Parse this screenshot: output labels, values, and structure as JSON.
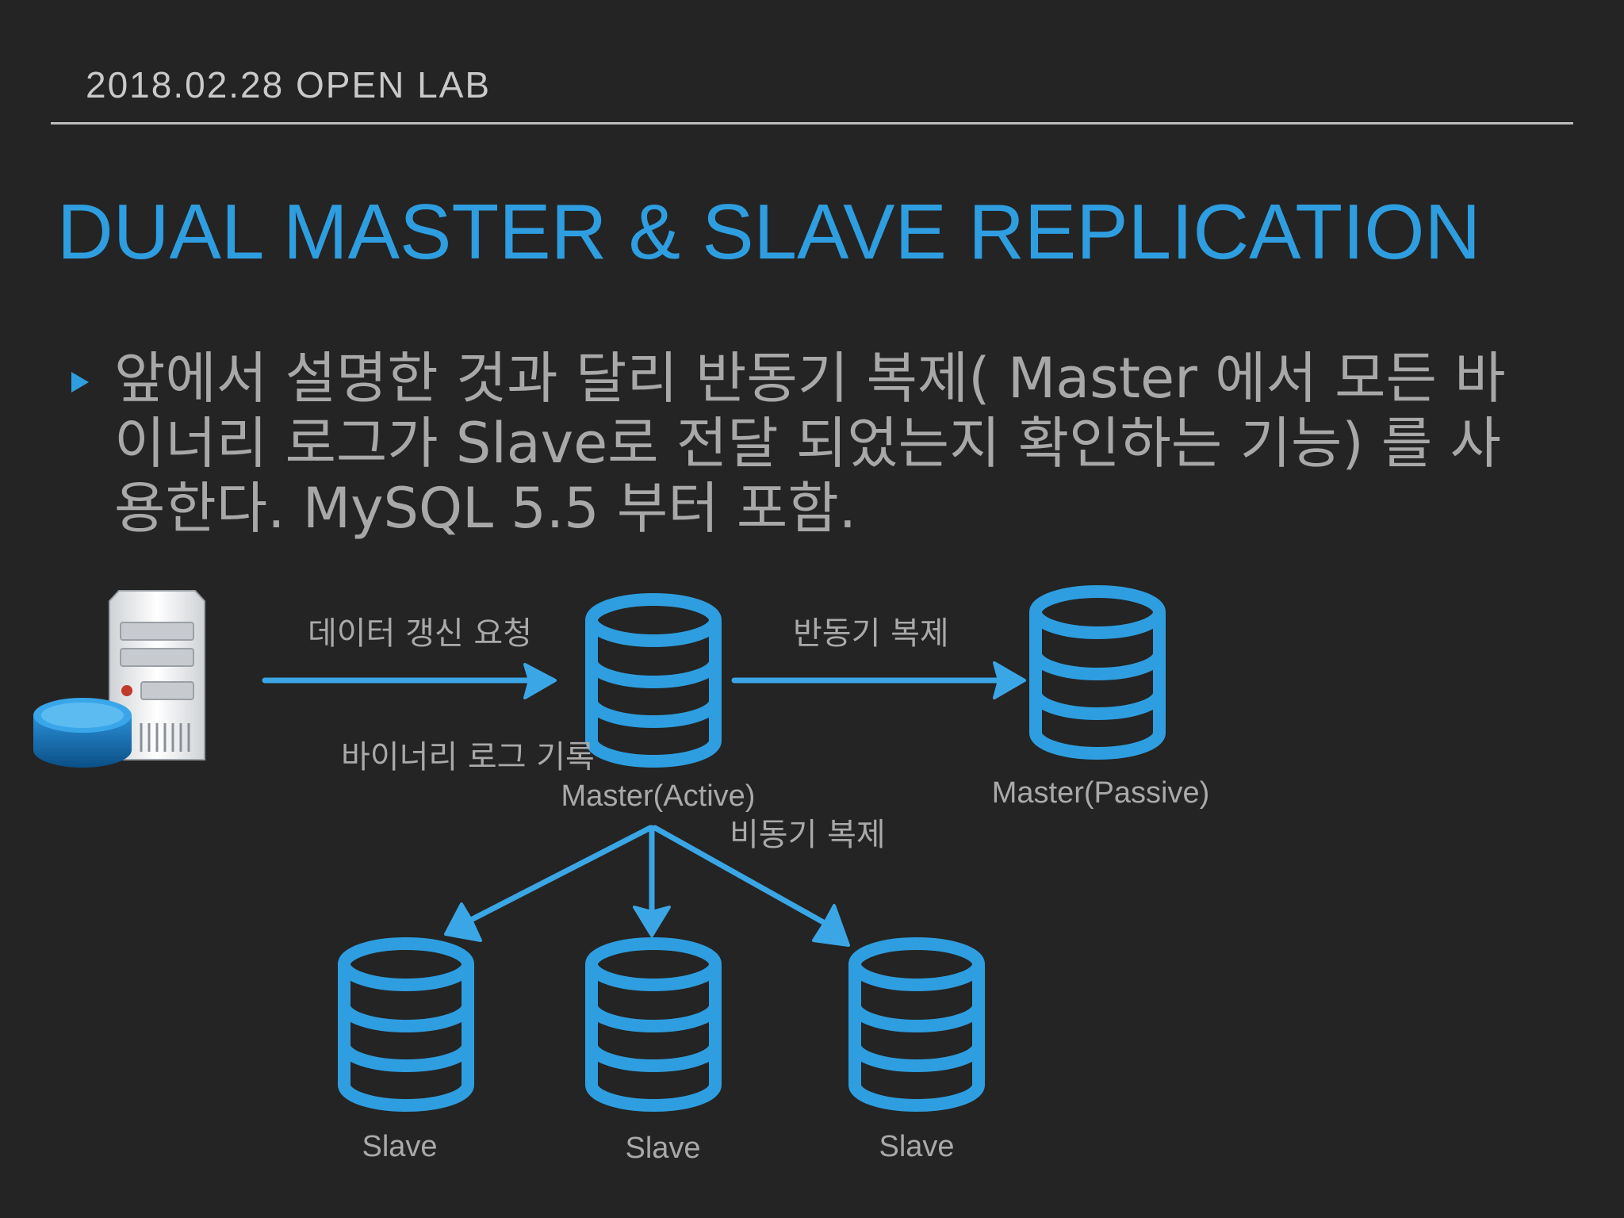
{
  "header": {
    "date_label": "2018.02.28 OPEN LAB"
  },
  "slide": {
    "title": "DUAL MASTER & SLAVE REPLICATION",
    "bullet": "앞에서 설명한 것과 달리 반동기 복제( Master 에서 모든 바이너리 로그가 Slave로 전달 되었는지 확인하는 기능) 를 사용한다. MySQL 5.5 부터 포함."
  },
  "diagram": {
    "colors": {
      "accent": "#2e9ee0",
      "text": "#a9a9a9",
      "background": "#242424"
    },
    "icons": {
      "client": "server-icon",
      "node": "database-icon"
    },
    "edge_labels": {
      "update_request": "데이터 갱신 요청",
      "semi_sync": "반동기 복제",
      "binlog": "바이너리 로그 기록",
      "async": "비동기 복제"
    },
    "nodes": {
      "master_active": "Master(Active)",
      "master_passive": "Master(Passive)",
      "slave_1": "Slave",
      "slave_2": "Slave",
      "slave_3": "Slave"
    }
  }
}
